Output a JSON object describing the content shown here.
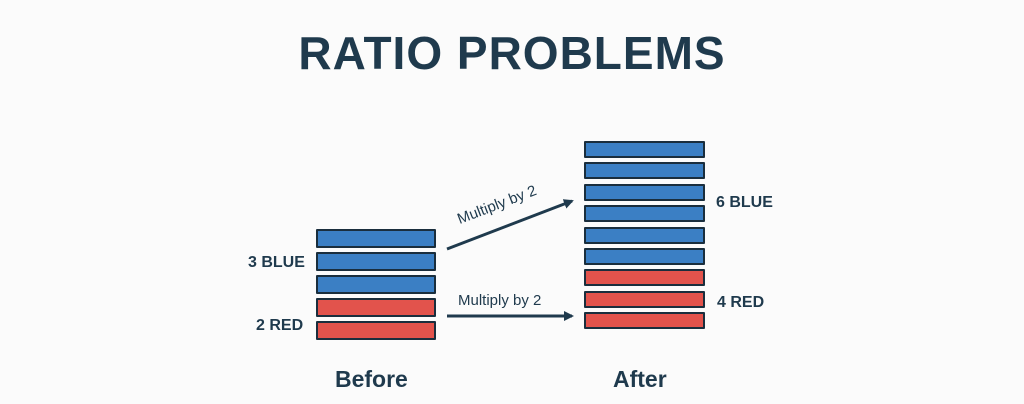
{
  "title": "RATIO PROBLEMS",
  "before": {
    "caption": "Before",
    "blue_label": "3 BLUE",
    "red_label": "2 RED",
    "blue_count": 3,
    "red_count": 2
  },
  "after": {
    "caption": "After",
    "blue_label": "6 BLUE",
    "red_label": "4 RED",
    "blue_count": 6,
    "red_count": 3
  },
  "arrows": {
    "top_label": "Multiply by 2",
    "bottom_label": "Multiply by 2"
  },
  "colors": {
    "blue": "#3b7fc4",
    "red": "#e2534c",
    "text": "#1f3a4d"
  }
}
